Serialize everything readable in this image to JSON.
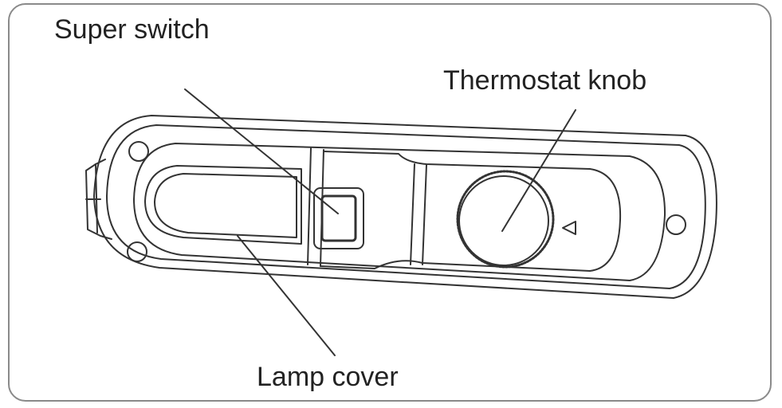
{
  "labels": {
    "super_switch": "Super switch",
    "thermostat_knob": "Thermostat knob",
    "lamp_cover": "Lamp cover"
  },
  "colors": {
    "line": "#333333",
    "frame": "#8a8a8a"
  }
}
